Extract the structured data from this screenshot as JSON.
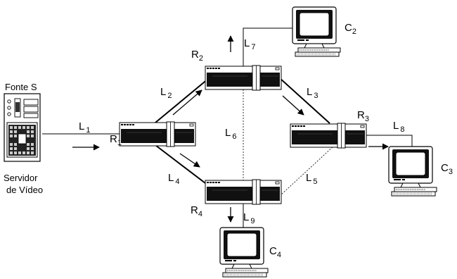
{
  "server": {
    "title": "Fonte S",
    "caption_line1": "Servidor",
    "caption_line2": "de Vídeo"
  },
  "routers": [
    {
      "id": "R1",
      "main": "R",
      "sub": "1"
    },
    {
      "id": "R2",
      "main": "R",
      "sub": "2"
    },
    {
      "id": "R3",
      "main": "R",
      "sub": "3"
    },
    {
      "id": "R4",
      "main": "R",
      "sub": "4"
    }
  ],
  "clients": [
    {
      "id": "C2",
      "main": "C",
      "sub": "2"
    },
    {
      "id": "C3",
      "main": "C",
      "sub": "3"
    },
    {
      "id": "C4",
      "main": "C",
      "sub": "4"
    }
  ],
  "links": [
    {
      "id": "L1",
      "main": "L",
      "sub": "1"
    },
    {
      "id": "L2",
      "main": "L",
      "sub": "2"
    },
    {
      "id": "L3",
      "main": "L",
      "sub": "3"
    },
    {
      "id": "L4",
      "main": "L",
      "sub": "4"
    },
    {
      "id": "L5",
      "main": "L",
      "sub": "5"
    },
    {
      "id": "L6",
      "main": "L",
      "sub": "6"
    },
    {
      "id": "L7",
      "main": "L",
      "sub": "7"
    },
    {
      "id": "L8",
      "main": "L",
      "sub": "8"
    },
    {
      "id": "L9",
      "main": "L",
      "sub": "9"
    }
  ],
  "colors": {
    "stroke": "#000000",
    "background": "#ffffff",
    "screen": "#111111"
  }
}
